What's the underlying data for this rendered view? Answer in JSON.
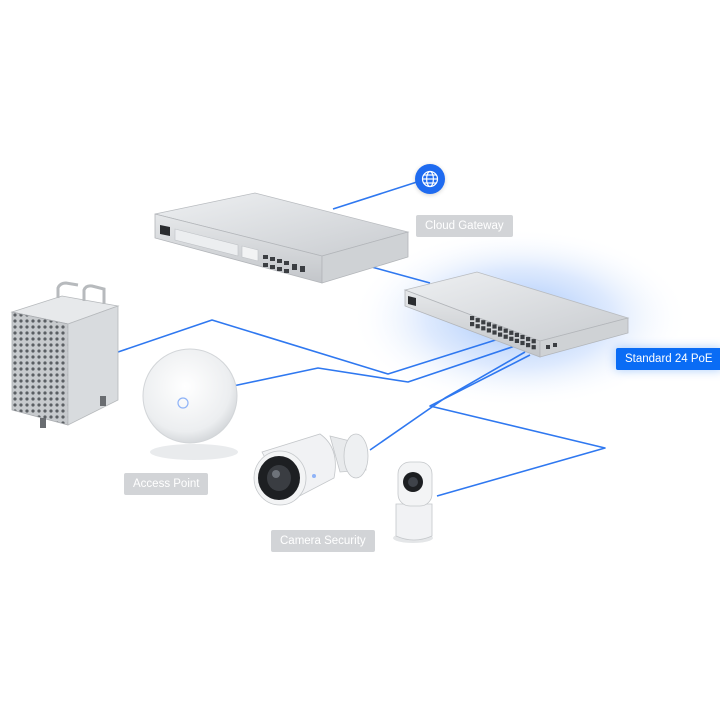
{
  "labels": {
    "cloud_gateway": "Cloud Gateway",
    "standard_switch": "Standard 24 PoE",
    "access_point": "Access Point",
    "camera_security": "Camera Security"
  },
  "icons": {
    "internet": "globe-icon"
  },
  "colors": {
    "link": "#2f78f0",
    "highlight": "#0a6cf5",
    "glow": "#4d8ff7",
    "muted_tag": "#d2d4d7",
    "device_silver": "#d9dcdf"
  }
}
